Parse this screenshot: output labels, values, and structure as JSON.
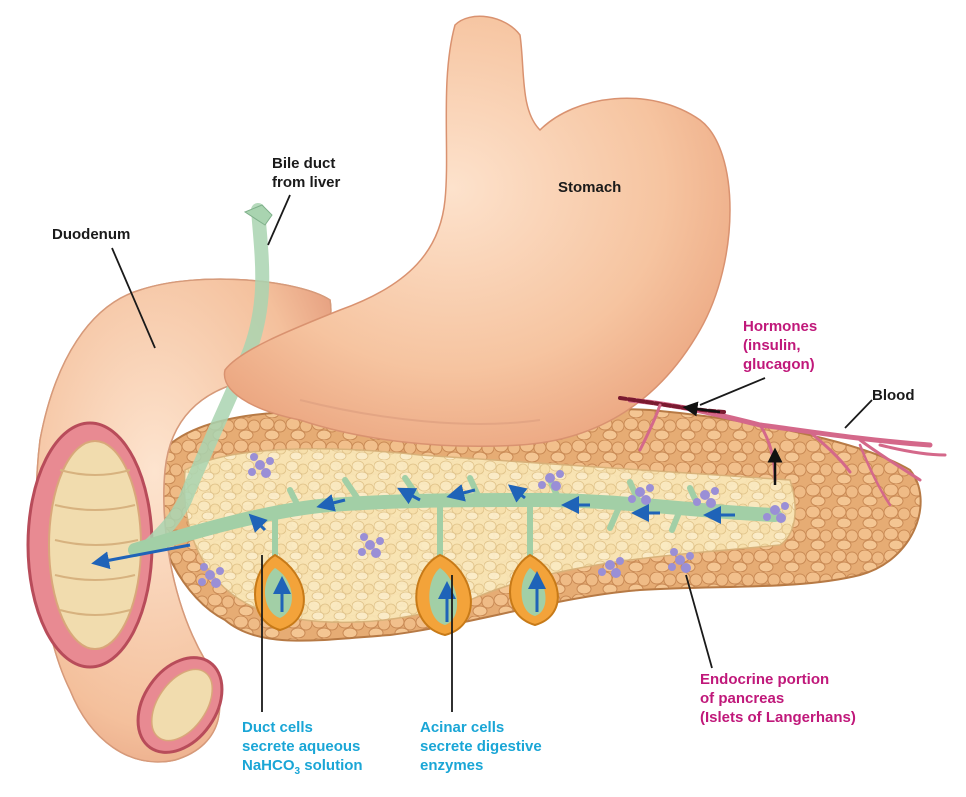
{
  "labels": {
    "stomach": "Stomach",
    "duodenum": "Duodenum",
    "bile_duct": [
      "Bile duct",
      "from liver"
    ],
    "hormones": [
      "Hormones",
      "(insulin,",
      "glucagon)"
    ],
    "blood": "Blood",
    "endocrine": [
      "Endocrine portion",
      "of pancreas",
      "(Islets of Langerhans)"
    ],
    "duct_cells": [
      "Duct cells",
      "secrete aqueous",
      "NaHCO",
      "3",
      " solution"
    ],
    "acinar_cells": [
      "Acinar cells",
      "secrete digestive",
      "enzymes"
    ]
  },
  "colors": {
    "stomach": "#f6c4a0",
    "pancreas": "#e9b27c",
    "duct": "#8fc9a2",
    "arrow": "#1f63b8",
    "islets": "#9a8fd6",
    "blood_vessel": "#d4688a",
    "label_magenta": "#c0187a",
    "label_cyan": "#1aa6d6"
  }
}
